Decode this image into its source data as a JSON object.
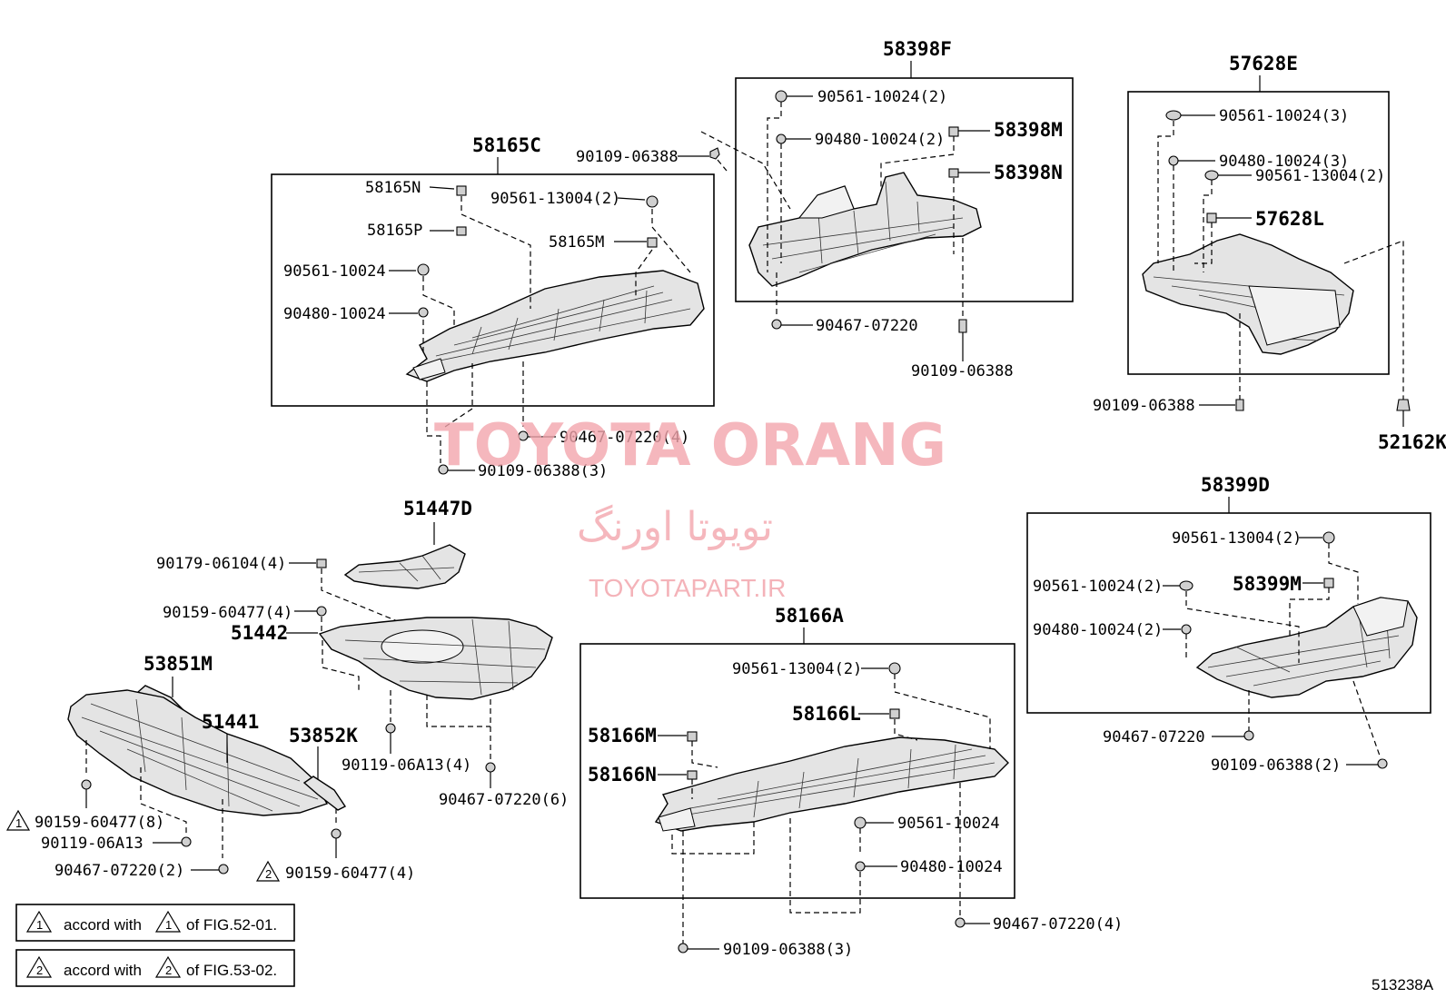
{
  "watermark": {
    "latin": "TOYOTA ORANG",
    "persian": "تویوتا اورنگ",
    "site": "TOYOTAPART.IR"
  },
  "diagram_code": "513238A",
  "notes": [
    {
      "prefix": "accord with",
      "ref": "of FIG.52-01.",
      "n": "1"
    },
    {
      "prefix": "accord with",
      "ref": "of FIG.53-02.",
      "n": "2"
    }
  ],
  "groups": {
    "g58165C": {
      "title": "58165C",
      "items": [
        "58165N",
        "58165P",
        "90561-13004(2)",
        "58165M",
        "90561-10024",
        "90480-10024"
      ],
      "outside": [
        "90109-06388",
        "90467-07220(4)",
        "90109-06388(3)"
      ]
    },
    "g58398F": {
      "title": "58398F",
      "items": [
        "90561-10024(2)",
        "90480-10024(2)",
        "58398M",
        "58398N"
      ],
      "outside": [
        "90467-07220",
        "90109-06388"
      ]
    },
    "g57628E": {
      "title": "57628E",
      "items": [
        "90561-10024(3)",
        "90480-10024(3)",
        "90561-13004(2)",
        "57628L"
      ],
      "outside": [
        "90109-06388",
        "52162K"
      ]
    },
    "g58399D": {
      "title": "58399D",
      "items": [
        "90561-13004(2)",
        "90561-10024(2)",
        "58399M",
        "90480-10024(2)"
      ],
      "outside": [
        "90467-07220",
        "90109-06388(2)"
      ]
    },
    "g58166A": {
      "title": "58166A",
      "items": [
        "90561-13004(2)",
        "58166L",
        "58166M",
        "58166N",
        "90561-10024",
        "90480-10024"
      ],
      "outside": [
        "90467-07220(4)",
        "90109-06388(3)"
      ]
    },
    "front": {
      "items": [
        "51447D",
        "90179-06104(4)",
        "90159-60477(4)",
        "51442",
        "53851M",
        "51441",
        "53852K",
        "90119-06A13(4)",
        "90467-07220(6)",
        "90159-60477(8)",
        "90119-06A13",
        "90467-07220(2)",
        "90159-60477(4)"
      ]
    }
  }
}
